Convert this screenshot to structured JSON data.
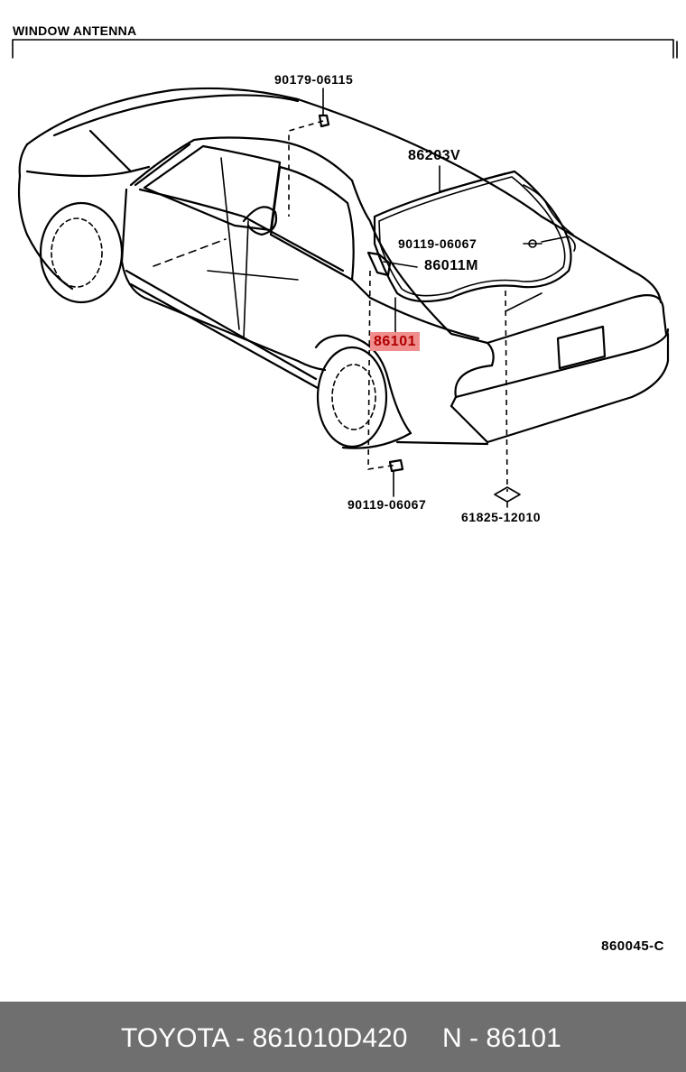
{
  "diagram": {
    "title": "WINDOW ANTENNA",
    "part_labels": {
      "p90179": "90179-06115",
      "p86203v": "86203V",
      "p90119_upper": "90119-06067",
      "p86011m": "86011M",
      "p86101": "86101",
      "p90119_lower": "90119-06067",
      "p61825": "61825-12010"
    },
    "highlighted_part": "86101",
    "highlight_color": "#f08d8d",
    "figure_code": "860045-C"
  },
  "footer": {
    "brand_part": "TOYOTA - 861010D420",
    "ref": "N - 86101",
    "background": "#6f6f6f"
  }
}
